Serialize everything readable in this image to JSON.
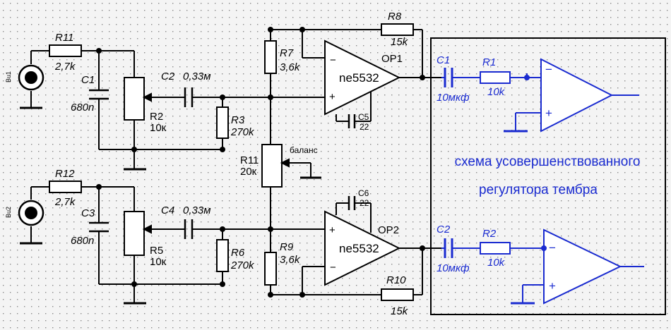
{
  "colors": {
    "background": "#f4f4f4",
    "grid_dot": "#8a8a8a",
    "wire": "#000000",
    "accent_blue": "#1a2bd0"
  },
  "jack1": {
    "ref": "Bu1"
  },
  "jack2": {
    "ref": "Bu2"
  },
  "r11_top": {
    "ref": "R11",
    "value": "2,7k"
  },
  "r12": {
    "ref": "R12",
    "value": "2,7k"
  },
  "c1": {
    "ref": "C1",
    "value": "680n"
  },
  "c3": {
    "ref": "C3",
    "value": "680n"
  },
  "r2": {
    "ref": "R2",
    "value": "10к"
  },
  "r5": {
    "ref": "R5",
    "value": "10к"
  },
  "c2": {
    "ref": "C2",
    "value": "0,33м"
  },
  "c4": {
    "ref": "C4",
    "value": "0,33м"
  },
  "r3": {
    "ref": "R3",
    "value": "270k"
  },
  "r6": {
    "ref": "R6",
    "value": "270k"
  },
  "r7": {
    "ref": "R7",
    "value": "3,6k"
  },
  "r9": {
    "ref": "R9",
    "value": "3,6k"
  },
  "r8": {
    "ref": "R8",
    "value": "15k"
  },
  "r10": {
    "ref": "R10",
    "value": "15k"
  },
  "balance": {
    "ref": "R11",
    "value": "20к",
    "label": "баланс"
  },
  "c5": {
    "ref": "C5",
    "value": "22"
  },
  "c6": {
    "ref": "C6",
    "value": "22"
  },
  "op1": {
    "ref": "OP1",
    "part": "ne5532",
    "minus": "−",
    "plus": "+"
  },
  "op2": {
    "ref": "OP2",
    "part": "ne5532",
    "minus": "−",
    "plus": "+"
  },
  "right_c1": {
    "ref": "C1",
    "value": "10мкф"
  },
  "right_r1": {
    "ref": "R1",
    "value": "10k"
  },
  "right_c2": {
    "ref": "C2",
    "value": "10мкф"
  },
  "right_r2": {
    "ref": "R2",
    "value": "10k"
  },
  "op3": {
    "minus": "−",
    "plus": "+"
  },
  "op4": {
    "minus": "−",
    "plus": "+"
  },
  "tone_box": {
    "line1": "схема усовершенствованного",
    "line2": "регулятора тембра"
  }
}
